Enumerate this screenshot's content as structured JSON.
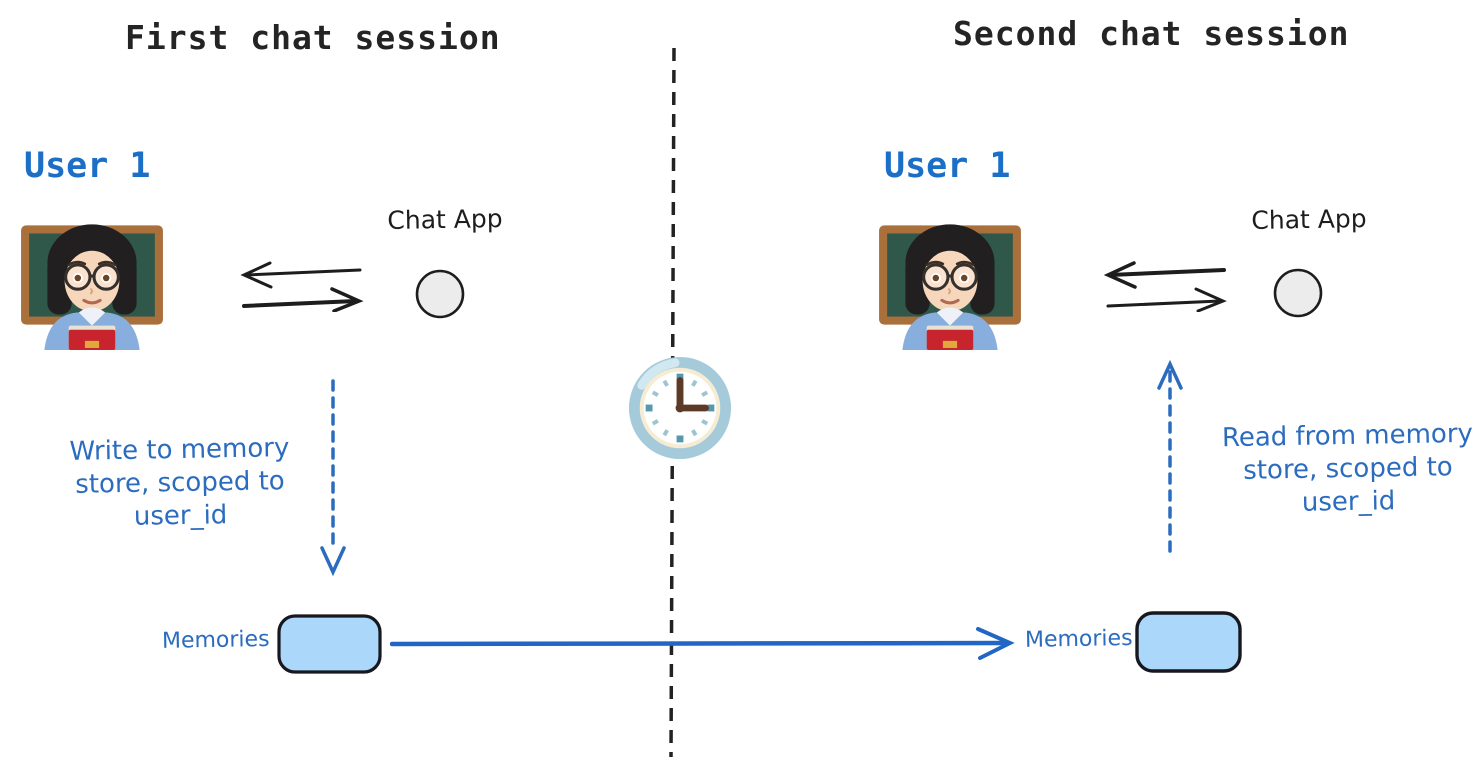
{
  "diagram": {
    "first_session": {
      "title": "First chat session",
      "user_label": "User 1",
      "chat_app_label": "Chat App",
      "note_lines": [
        "Write to memory",
        "store, scoped to",
        "user_id"
      ],
      "memories_label": "Memories"
    },
    "second_session": {
      "title": "Second chat session",
      "user_label": "User 1",
      "chat_app_label": "Chat App",
      "note_lines": [
        "Read from memory",
        "store, scoped to",
        "user_id"
      ],
      "memories_label": "Memories"
    },
    "icons": {
      "user_avatar": "woman-teacher-emoji",
      "chat_app_node": "circle-node",
      "divider_clock": "clock-at-three-oclock",
      "memory_store": "rounded-rectangle-box"
    },
    "colors": {
      "label_blue": "#1b6fc6",
      "hand_blue": "#2b6cbf",
      "arrow_blue": "#2166c4",
      "memory_fill": "#abd8fa",
      "memory_border": "#17171f",
      "ink_black": "#1d1d1d",
      "node_fill": "#ececec"
    }
  }
}
